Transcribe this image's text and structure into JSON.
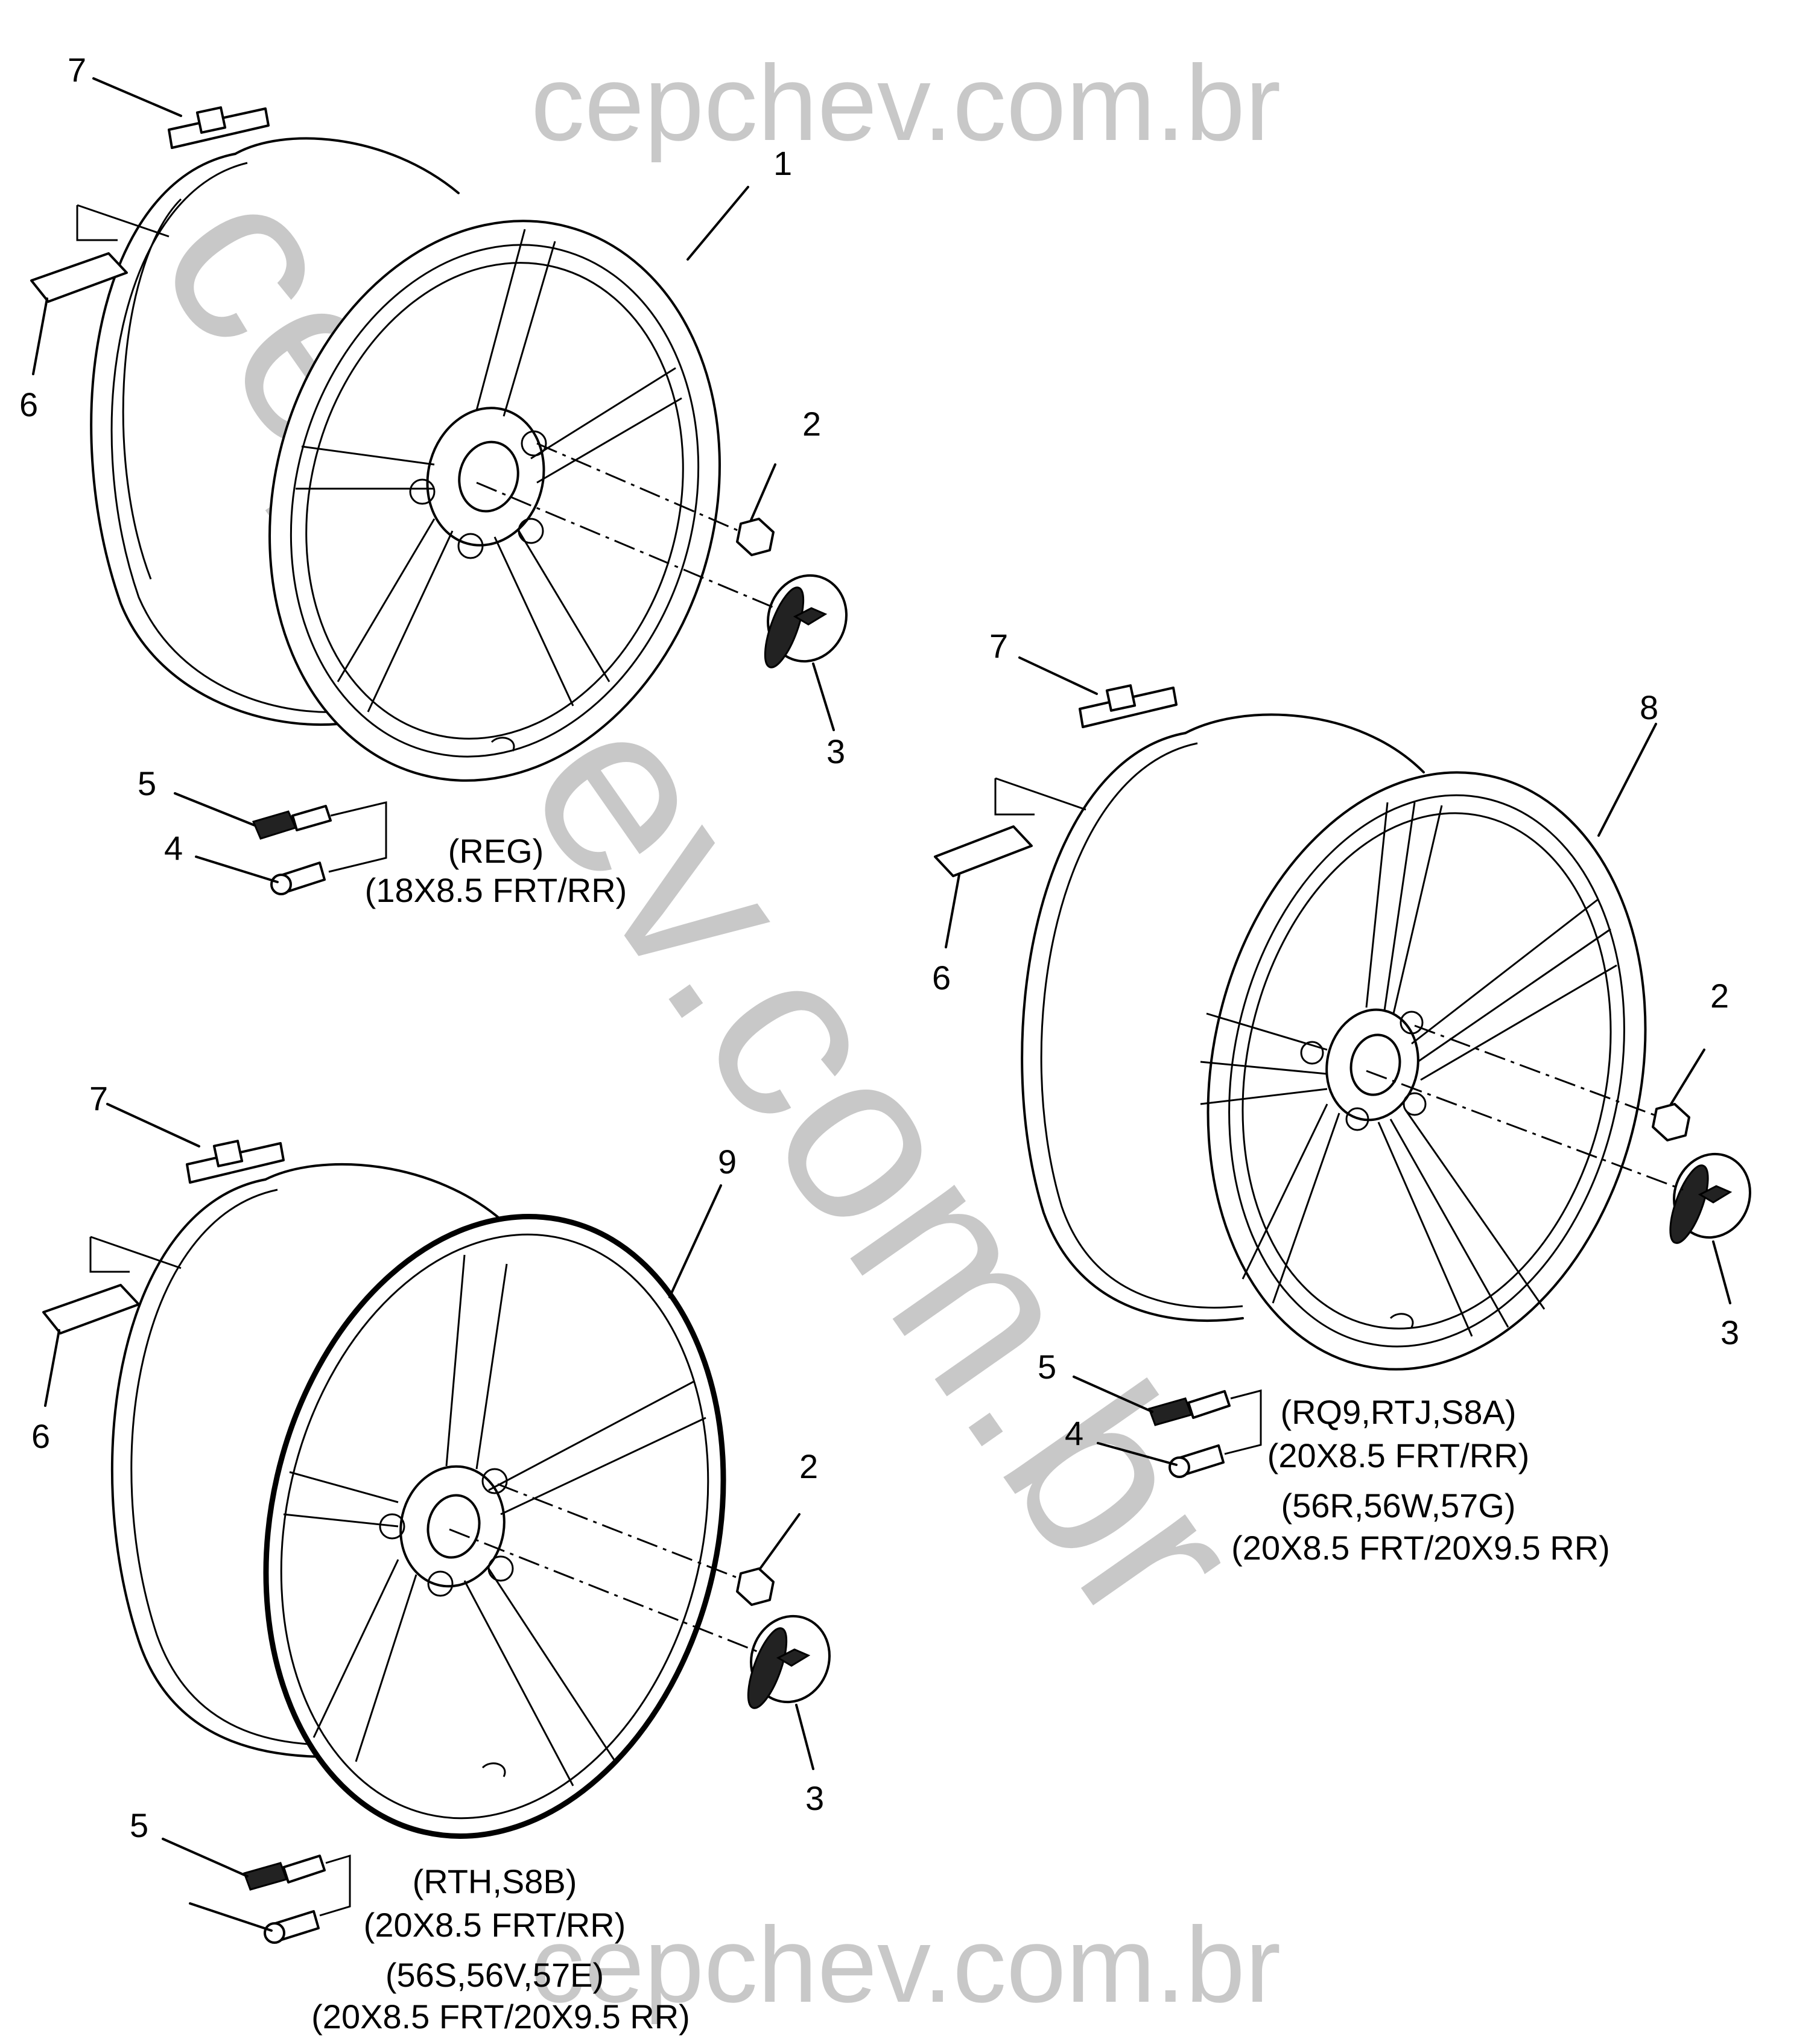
{
  "watermark": {
    "top": "cepchev.com.br",
    "diagonal": "cepchev.com.br",
    "bottom": "cepchev.com.br"
  },
  "wheels": [
    {
      "part_number": "1",
      "specs": [
        "(REG)",
        "(18X8.5 FRT/RR)"
      ],
      "callouts": [
        "7",
        "6",
        "2",
        "3",
        "5",
        "4"
      ]
    },
    {
      "part_number": "8",
      "specs": [
        "(RQ9,RTJ,S8A)",
        "(20X8.5 FRT/RR)",
        "(56R,56W,57G)",
        "(20X8.5 FRT/20X9.5 RR)"
      ],
      "callouts": [
        "7",
        "6",
        "2",
        "3",
        "5",
        "4"
      ]
    },
    {
      "part_number": "9",
      "specs": [
        "(RTH,S8B)",
        "(20X8.5 FRT/RR)",
        "(56S,56V,57E)",
        "(20X8.5 FRT/20X9.5 RR)"
      ],
      "callouts": [
        "7",
        "6",
        "2",
        "3",
        "5"
      ]
    }
  ]
}
